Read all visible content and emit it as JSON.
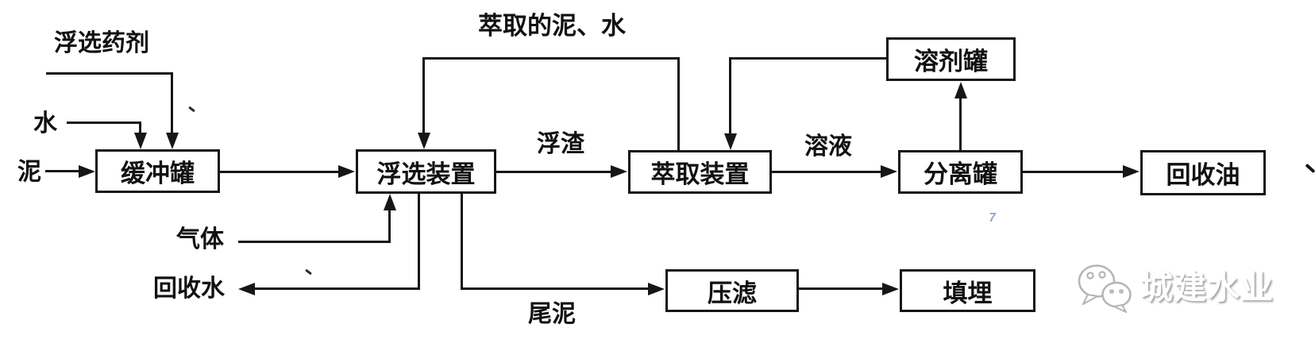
{
  "diagram": {
    "nodes": {
      "buffer_tank": "缓冲罐",
      "flotation_unit": "浮选装置",
      "extraction_unit": "萃取装置",
      "separation_tank": "分离罐",
      "recovered_oil": "回收油",
      "solvent_tank": "溶剂罐",
      "press_filter": "压滤",
      "landfill": "填埋"
    },
    "streams": {
      "flotation_agent": "浮选药剂",
      "water": "水",
      "sludge": "泥",
      "gas": "气体",
      "recovered_water": "回收水",
      "extracted_sludge_water": "萃取的泥、水",
      "scum": "浮渣",
      "solution": "溶液",
      "tail_sludge": "尾泥"
    },
    "colors": {
      "ink": "#161616",
      "background": "#ffffff",
      "stray_blue": "#8fa6c8",
      "watermark_gray": "#b5b5b5"
    }
  },
  "watermark": {
    "brand_text": "城建水业",
    "logo": "wechat-icon"
  },
  "stray_marks": {
    "blue_glyph": "7"
  }
}
